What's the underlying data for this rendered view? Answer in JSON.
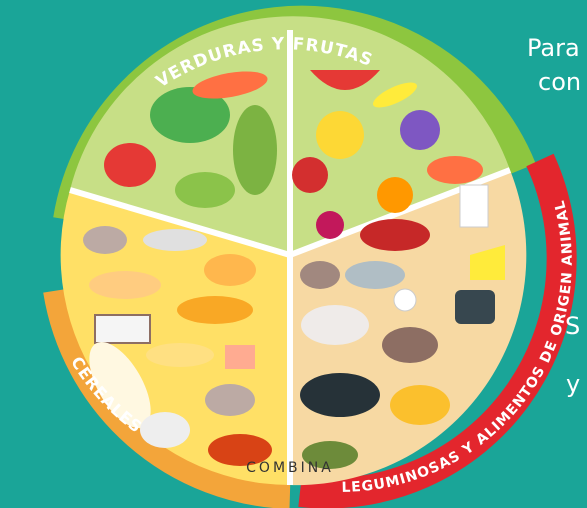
{
  "labels": {
    "vegetables_fruits": "VERDURAS Y FRUTAS",
    "cereals": "CEREALES",
    "combine": "COMBINA",
    "legumes_animal": "LEGUMINOSAS Y ALIMENTOS DE ORIGEN ANIMAL"
  },
  "side_text": {
    "line1": "Para",
    "line2": "con",
    "line3": "S",
    "line4": "y"
  },
  "colors": {
    "background": "#1aa598",
    "vegetables_ring": "#8dc63f",
    "cereals_ring": "#f3a53a",
    "legumes_ring": "#e3262d",
    "vegetables_section": "#c7df86",
    "cereals_section": "#ffe066",
    "legumes_section": "#f7d9a3",
    "divider": "#ffffff"
  }
}
